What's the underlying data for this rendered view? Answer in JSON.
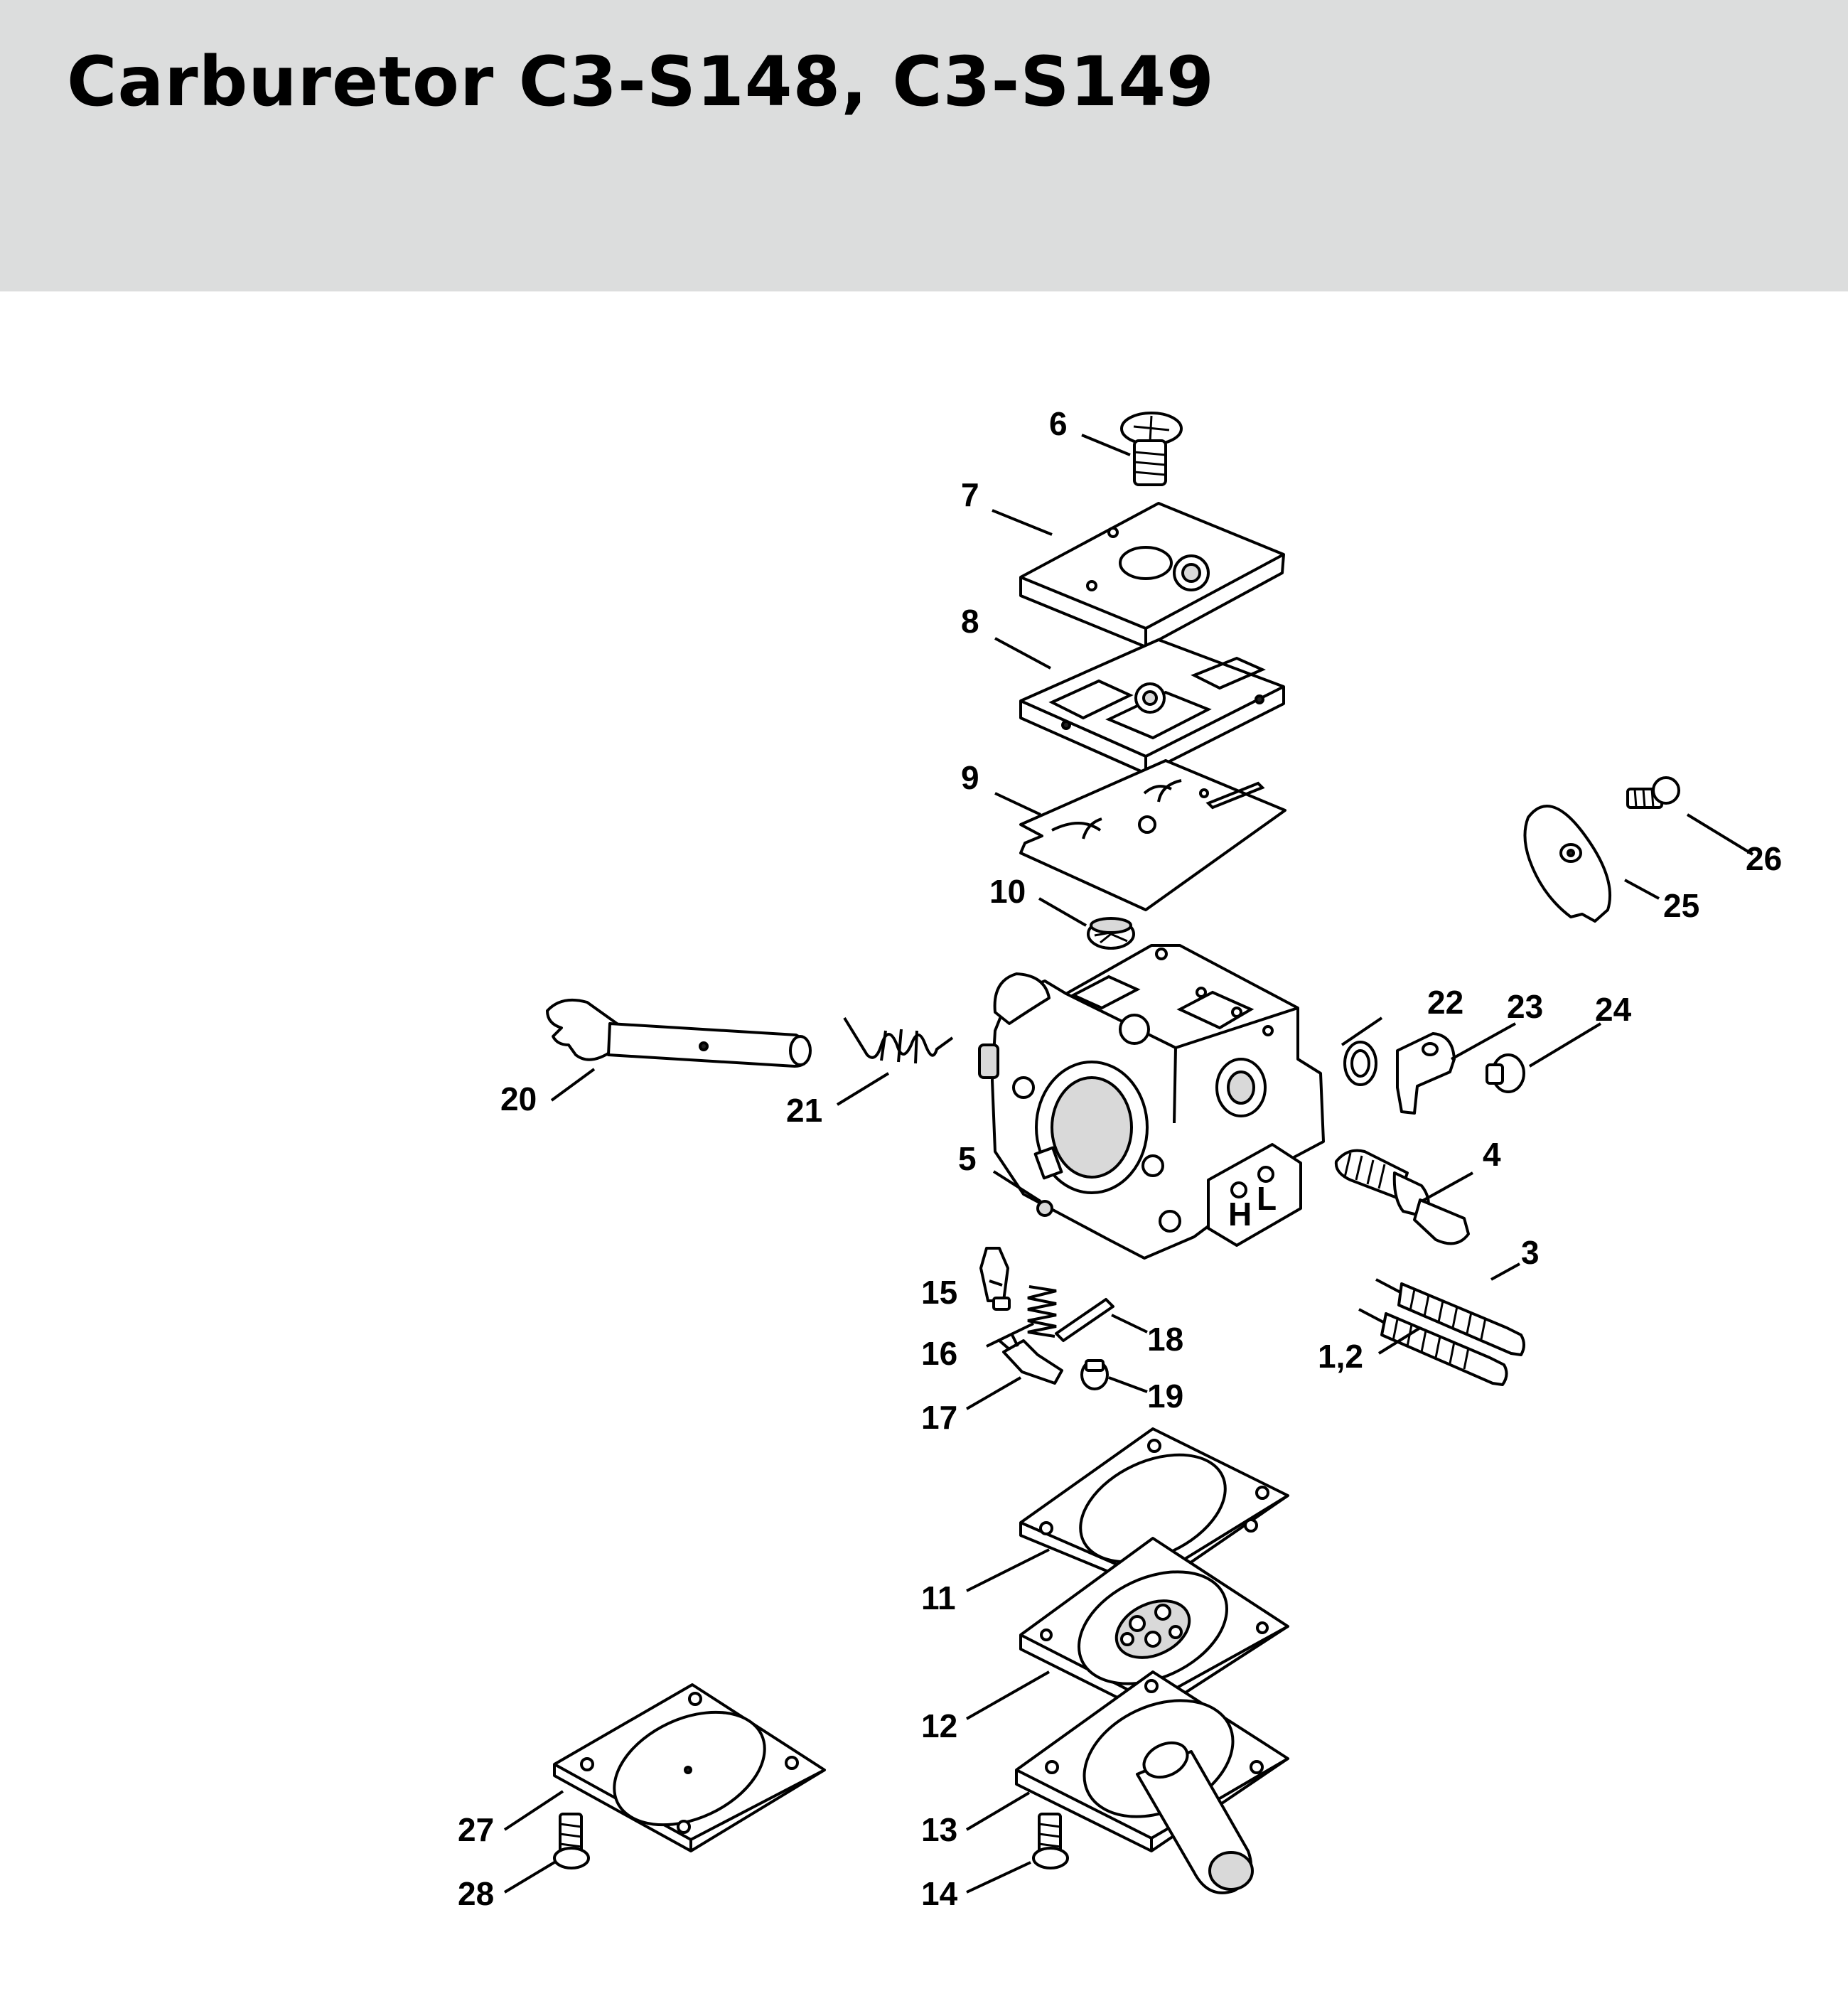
{
  "header": {
    "title": "Carburetor C3-S148, C3-S149",
    "background": "#dcdddd"
  },
  "diagram": {
    "callouts": [
      {
        "id": "6",
        "label": "6"
      },
      {
        "id": "7",
        "label": "7"
      },
      {
        "id": "8",
        "label": "8"
      },
      {
        "id": "9",
        "label": "9"
      },
      {
        "id": "10",
        "label": "10"
      },
      {
        "id": "22",
        "label": "22"
      },
      {
        "id": "23",
        "label": "23"
      },
      {
        "id": "24",
        "label": "24"
      },
      {
        "id": "25",
        "label": "25"
      },
      {
        "id": "26",
        "label": "26"
      },
      {
        "id": "20",
        "label": "20"
      },
      {
        "id": "21",
        "label": "21"
      },
      {
        "id": "5",
        "label": "5"
      },
      {
        "id": "4",
        "label": "4"
      },
      {
        "id": "3",
        "label": "3"
      },
      {
        "id": "1-2",
        "label": "1,2"
      },
      {
        "id": "15",
        "label": "15"
      },
      {
        "id": "16",
        "label": "16"
      },
      {
        "id": "17",
        "label": "17"
      },
      {
        "id": "18",
        "label": "18"
      },
      {
        "id": "19",
        "label": "19"
      },
      {
        "id": "11",
        "label": "11"
      },
      {
        "id": "12",
        "label": "12"
      },
      {
        "id": "13",
        "label": "13"
      },
      {
        "id": "14",
        "label": "14"
      },
      {
        "id": "27",
        "label": "27"
      },
      {
        "id": "28",
        "label": "28"
      }
    ],
    "body_markings": [
      "H",
      "L"
    ]
  }
}
